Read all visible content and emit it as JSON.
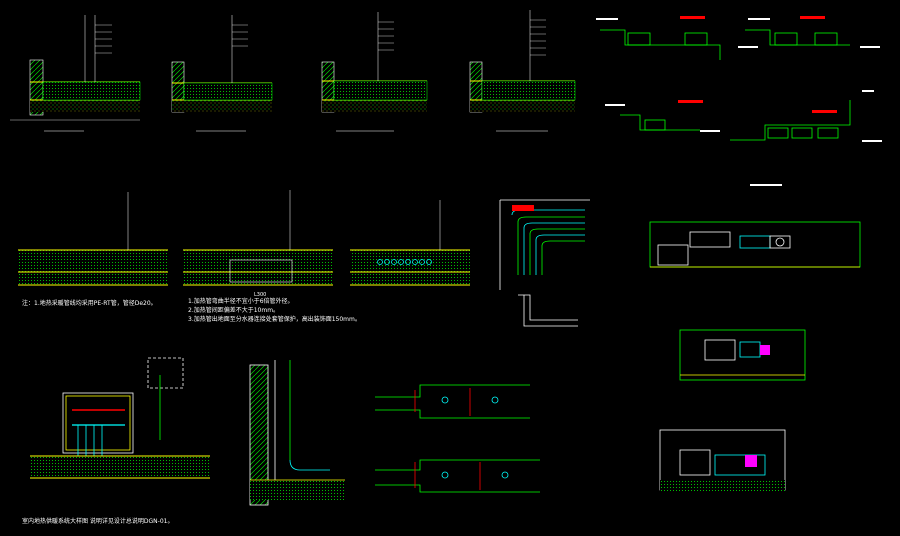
{
  "drawing": {
    "bottom_note": "室内地热供暖系统大样图 说明详见设计总说明DGN-01。",
    "notes_left": "注：1.地热采暖管线均采用PE-RT管，管径De20。",
    "notes_mid": [
      "1.加热管弯曲半径不宜小于6倍管外径。",
      "2.加热管间距偏差不大于10mm。",
      "3.加热管出地面至分水器连接处套管保护，高出装饰面150mm。"
    ],
    "dim_label": "L300"
  },
  "colors": {
    "background": "#000000",
    "white": "#ffffff",
    "yellow": "#ffff00",
    "green": "#00ff00",
    "cyan": "#00ffff",
    "red": "#ff0000",
    "magenta": "#ff00ff"
  }
}
